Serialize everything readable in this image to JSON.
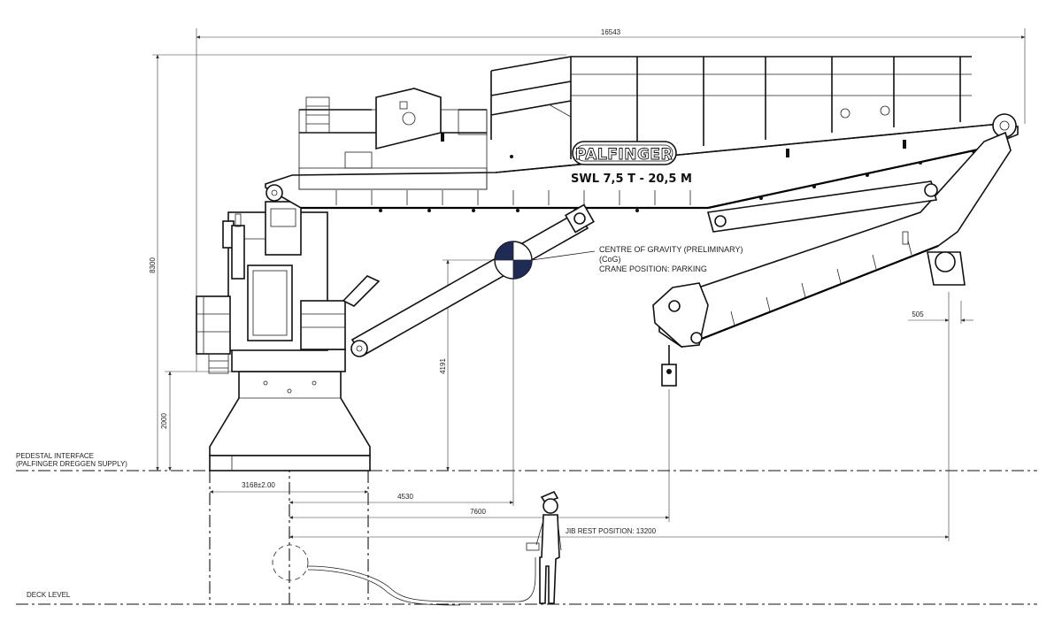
{
  "dimensions": {
    "overall_length": "16543",
    "overall_height": "8300",
    "pedestal_height": "2000",
    "cog_height": "4191",
    "pedestal_width": "3168±2.00",
    "cog_radius": "4530",
    "hook_radius": "7600",
    "jib_rest_position": "JIB REST POSITION: 13200",
    "jib_offset": "505"
  },
  "labels": {
    "brand": "PALFINGER",
    "swl": "SWL 7,5 T - 20,5 M",
    "cog_line1": "CENTRE OF GRAVITY (PRELIMINARY)",
    "cog_line2": "(CoG)",
    "cog_line3": "CRANE POSITION: PARKING",
    "pedestal_line1": "PEDESTAL INTERFACE",
    "pedestal_line2": "(PALFINGER DREGGEN SUPPLY)",
    "deck_level": "DECK LEVEL"
  }
}
